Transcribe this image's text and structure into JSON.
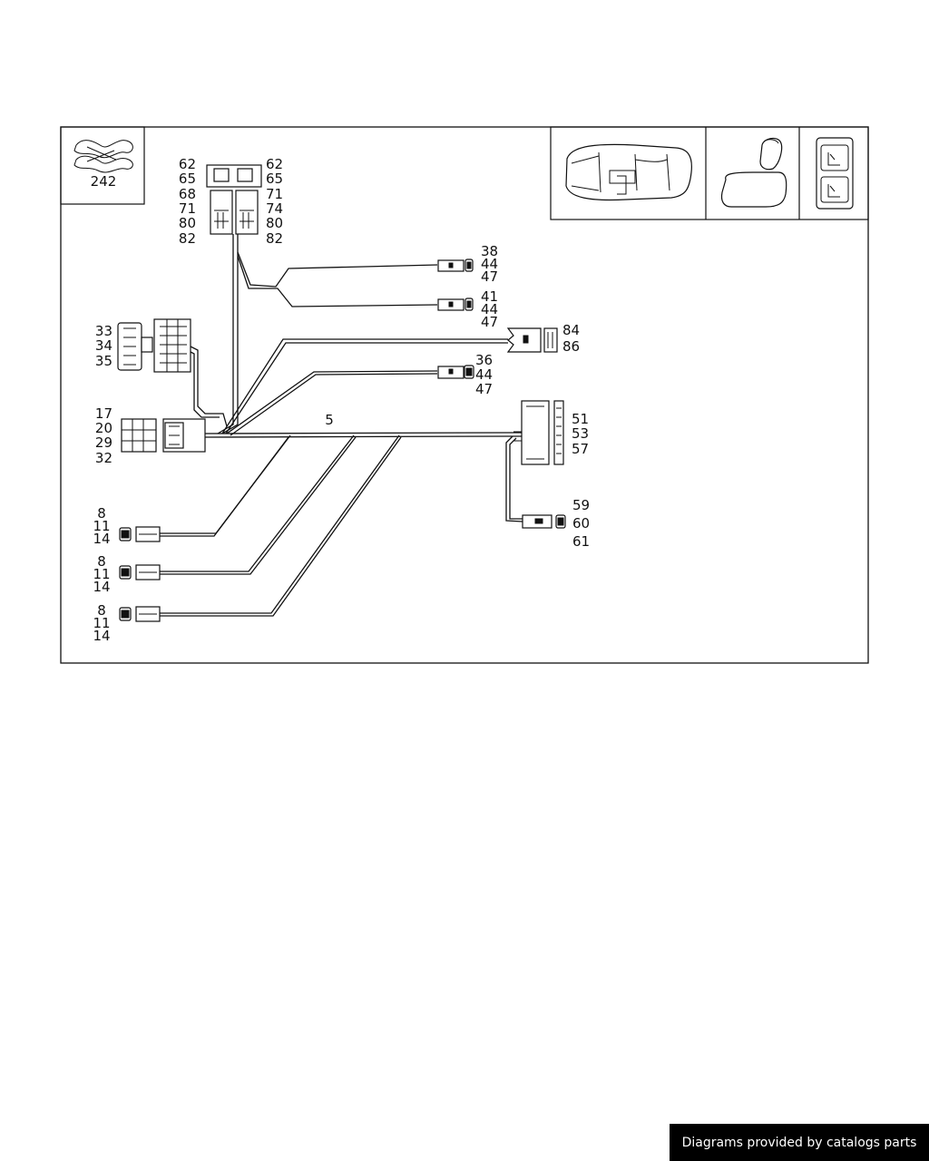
{
  "group_number": "242",
  "harness_label": "5",
  "callouts": {
    "top_left": [
      "62",
      "65",
      "68",
      "71",
      "80",
      "82"
    ],
    "top_right": [
      "62",
      "65",
      "71",
      "74",
      "80",
      "82"
    ],
    "upper_a": [
      "38",
      "44",
      "47"
    ],
    "upper_b": [
      "41",
      "44",
      "47"
    ],
    "right_switch": [
      "84",
      "86"
    ],
    "mid_connector": [
      "36",
      "44",
      "47"
    ],
    "left_block": [
      "33",
      "34",
      "35"
    ],
    "center_block": [
      "17",
      "20",
      "29",
      "32"
    ],
    "right_block": [
      "51",
      "53",
      "57"
    ],
    "right_lower": [
      "59",
      "60",
      "61"
    ],
    "lower_1": [
      "8",
      "11",
      "14"
    ],
    "lower_2": [
      "8",
      "11",
      "14"
    ],
    "lower_3": [
      "8",
      "11",
      "14"
    ]
  },
  "footer_text": "Diagrams provided by catalogs parts"
}
